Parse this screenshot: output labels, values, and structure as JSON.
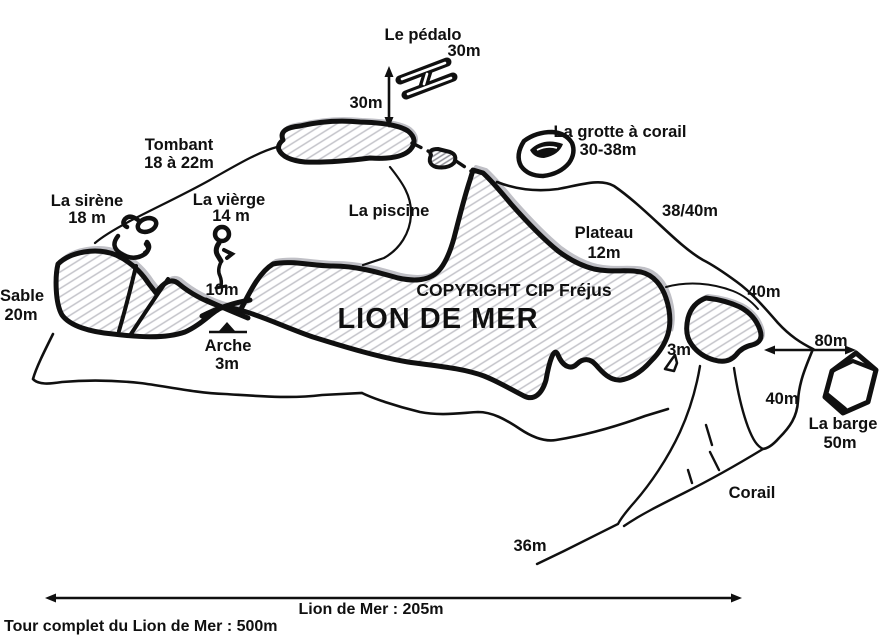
{
  "colors": {
    "ink": "#101010",
    "pencil": "#c3c3c9",
    "paper": "#ffffff"
  },
  "map": {
    "title": "LION DE MER",
    "copyright": "COPYRIGHT CIP Fréjus",
    "labels": {
      "pedalo": "Le pédalo",
      "pedalo_depth": "30m",
      "mooring_distance": "30m",
      "tombant": "Tombant",
      "tombant_depth": "18 à 22m",
      "grotte": "La grotte à corail",
      "grotte_depth": "30-38m",
      "sirene": "La sirène",
      "sirene_depth": "18 m",
      "vierge": "La vièrge",
      "vierge_depth": "14 m",
      "piscine": "La piscine",
      "plateau": "Plateau",
      "plateau_depth": "12m",
      "depth_38_40": "38/40m",
      "sable": "Sable",
      "sable_depth": "20m",
      "depth_10": "10m",
      "arche": "Arche",
      "arche_depth": "3m",
      "rock_depth": "3m",
      "depth_40_north": "40m",
      "depth_80": "80m",
      "depth_40_south": "40m",
      "barge": "La barge",
      "barge_depth": "50m",
      "corail": "Corail",
      "depth_36": "36m"
    },
    "scale": {
      "island_length": "Lion de Mer : 205m",
      "tour_length": "Tour complet du Lion de Mer : 500m"
    }
  }
}
